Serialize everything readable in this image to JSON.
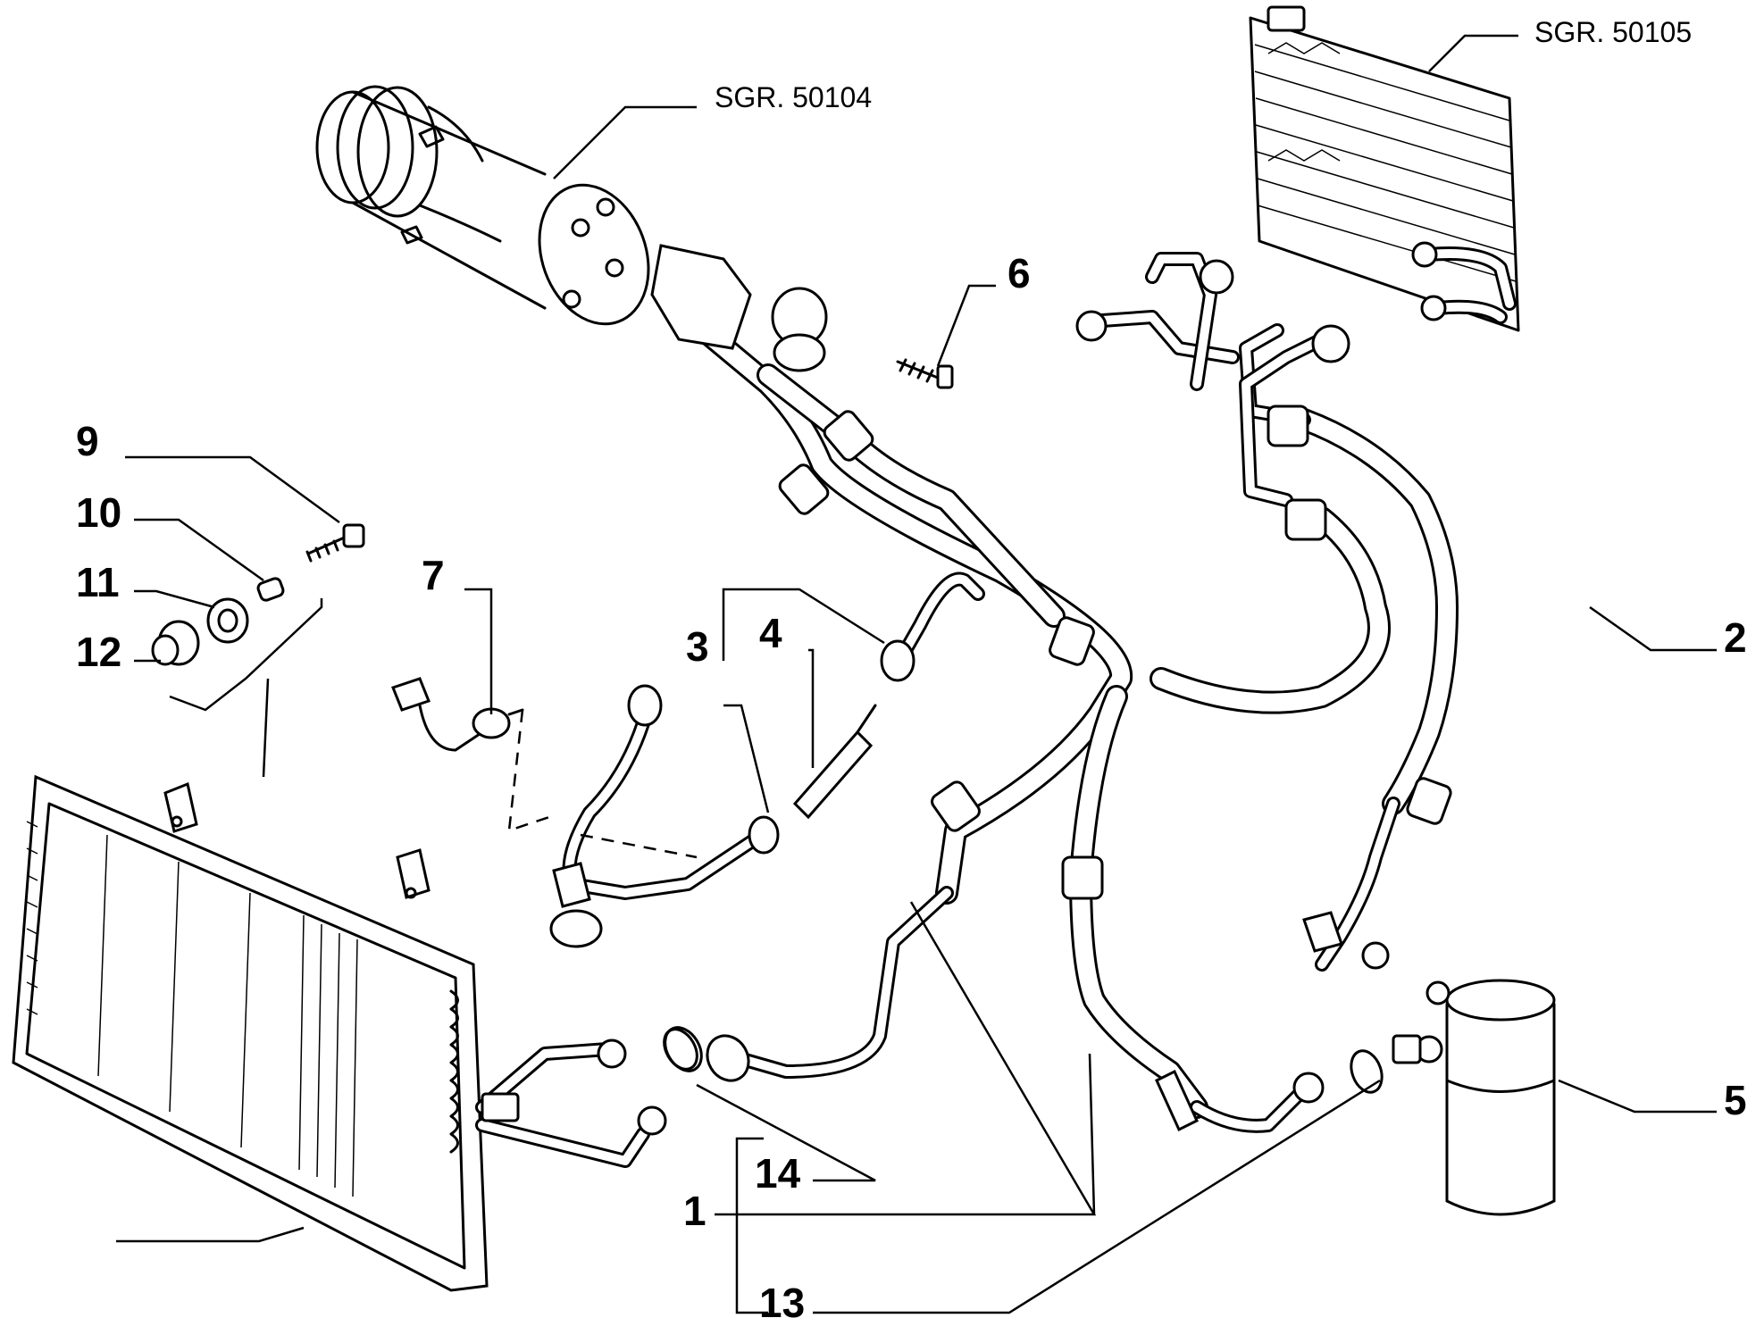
{
  "refs": {
    "compressor": "SGR. 50104",
    "evaporator": "SGR. 50105"
  },
  "callouts": {
    "c1": "1",
    "c2": "2",
    "c3": "3",
    "c4": "4",
    "c5": "5",
    "c6": "6",
    "c7": "7",
    "c9": "9",
    "c10": "10",
    "c11": "11",
    "c12": "12",
    "c13": "13",
    "c14": "14"
  }
}
